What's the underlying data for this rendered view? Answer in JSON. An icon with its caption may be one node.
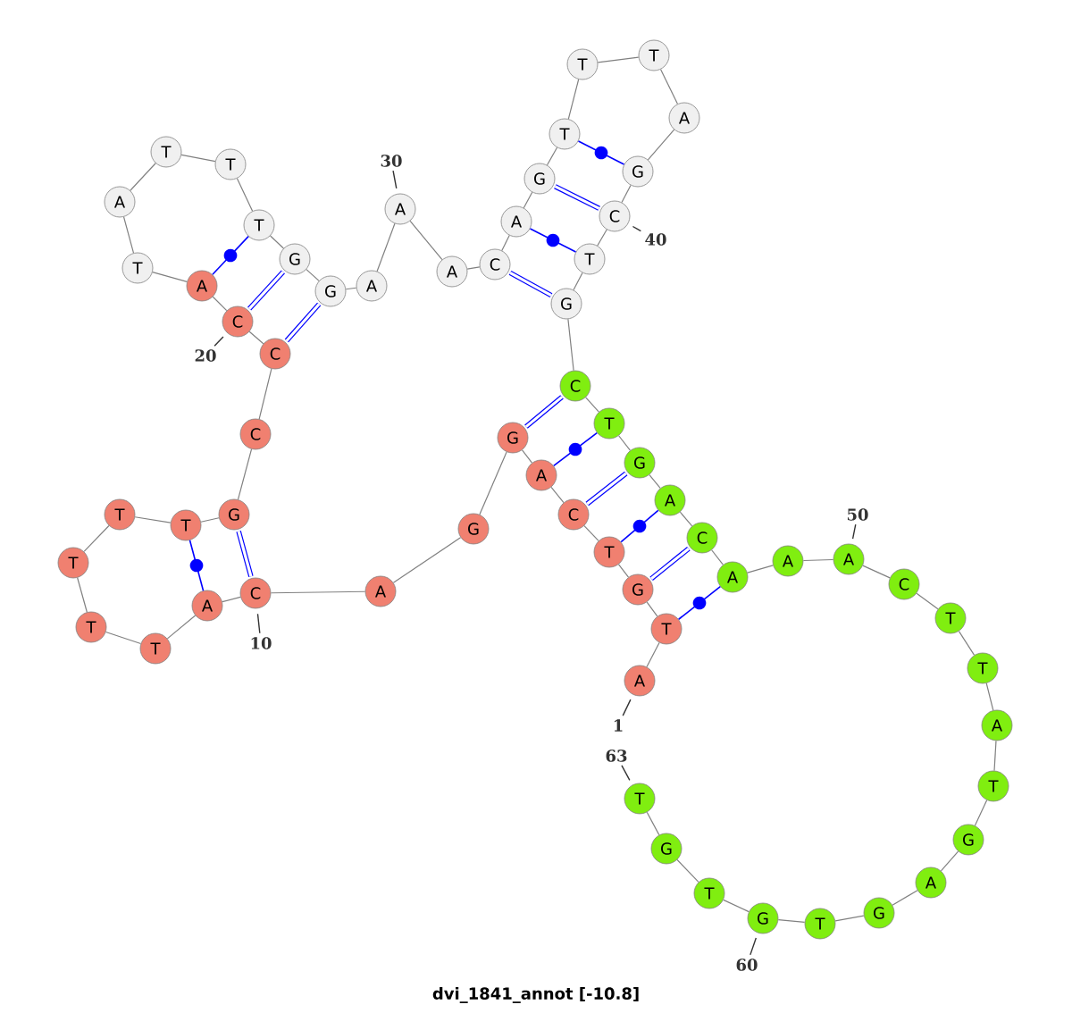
{
  "diagram": {
    "caption": "dvi_1841_annot [-10.8]",
    "nodes": [
      {
        "text": [
          "A"
        ]
      },
      {
        "text": [
          "T"
        ]
      },
      {
        "text": [
          "G"
        ]
      },
      {
        "text": [
          "T"
        ]
      },
      {
        "text": [
          "C"
        ]
      },
      {
        "text": [
          "A"
        ]
      },
      {
        "text": [
          "G"
        ]
      },
      {
        "text": [
          "G"
        ]
      },
      {
        "text": [
          "A"
        ]
      },
      {
        "text": [
          "C"
        ]
      },
      {
        "text": [
          "A"
        ]
      },
      {
        "text": [
          "T"
        ]
      },
      {
        "text": [
          "T"
        ]
      },
      {
        "text": [
          "T"
        ]
      },
      {
        "text": [
          "T"
        ]
      },
      {
        "text": [
          "T"
        ]
      },
      {
        "text": [
          "G"
        ]
      },
      {
        "text": [
          "C"
        ]
      },
      {
        "text": [
          "C"
        ]
      },
      {
        "text": [
          "C"
        ]
      },
      {
        "text": [
          "A"
        ]
      },
      {
        "text": [
          "T"
        ]
      },
      {
        "text": [
          "A"
        ]
      },
      {
        "text": [
          "T"
        ]
      },
      {
        "text": [
          "T"
        ]
      },
      {
        "text": [
          "T"
        ]
      },
      {
        "text": [
          "G"
        ]
      },
      {
        "text": [
          "G"
        ]
      },
      {
        "text": [
          "A"
        ]
      },
      {
        "text": [
          "A"
        ]
      },
      {
        "text": [
          "A"
        ]
      },
      {
        "text": [
          "C"
        ]
      },
      {
        "text": [
          "A"
        ]
      },
      {
        "text": [
          "G"
        ]
      },
      {
        "text": [
          "T"
        ]
      },
      {
        "text": [
          "T"
        ]
      },
      {
        "text": [
          "T"
        ]
      },
      {
        "text": [
          "A"
        ]
      },
      {
        "text": [
          "G"
        ]
      },
      {
        "text": [
          "C"
        ]
      },
      {
        "text": [
          "T"
        ]
      },
      {
        "text": [
          "G"
        ]
      },
      {
        "text": [
          "C"
        ]
      },
      {
        "text": [
          "T"
        ]
      },
      {
        "text": [
          "G"
        ]
      },
      {
        "text": [
          "A"
        ]
      },
      {
        "text": [
          "C"
        ]
      },
      {
        "text": [
          "A"
        ]
      },
      {
        "text": [
          "A"
        ]
      },
      {
        "text": [
          "A"
        ]
      },
      {
        "text": [
          "C"
        ]
      },
      {
        "text": [
          "T"
        ]
      },
      {
        "text": [
          "T"
        ]
      },
      {
        "text": [
          "A"
        ]
      },
      {
        "text": [
          "T"
        ]
      },
      {
        "text": [
          "G"
        ]
      },
      {
        "text": [
          "A"
        ]
      },
      {
        "text": [
          "G"
        ]
      },
      {
        "text": [
          "T"
        ]
      },
      {
        "text": [
          "G"
        ]
      },
      {
        "text": [
          "T"
        ]
      },
      {
        "text": [
          "G"
        ]
      },
      {
        "text": [
          "T"
        ]
      },
      {
        "text": [
          "1"
        ]
      },
      {
        "text": [
          "10"
        ]
      },
      {
        "text": [
          "20"
        ]
      },
      {
        "text": [
          "30"
        ]
      },
      {
        "text": [
          "40"
        ]
      },
      {
        "text": [
          "50"
        ]
      },
      {
        "text": [
          "60"
        ]
      },
      {
        "text": [
          "63"
        ]
      }
    ],
    "edges": [
      {
        "from": 0,
        "to": 1,
        "arrow": "none"
      },
      {
        "from": 1,
        "to": 2,
        "arrow": "none"
      },
      {
        "from": 2,
        "to": 3,
        "arrow": "none"
      },
      {
        "from": 3,
        "to": 4,
        "arrow": "none"
      },
      {
        "from": 4,
        "to": 5,
        "arrow": "none"
      },
      {
        "from": 5,
        "to": 6,
        "arrow": "none"
      },
      {
        "from": 6,
        "to": 7,
        "arrow": "none"
      },
      {
        "from": 7,
        "to": 8,
        "arrow": "none"
      },
      {
        "from": 8,
        "to": 9,
        "arrow": "none"
      },
      {
        "from": 9,
        "to": 10,
        "arrow": "none"
      },
      {
        "from": 10,
        "to": 11,
        "arrow": "none"
      },
      {
        "from": 11,
        "to": 12,
        "arrow": "none"
      },
      {
        "from": 12,
        "to": 13,
        "arrow": "none"
      },
      {
        "from": 13,
        "to": 14,
        "arrow": "none"
      },
      {
        "from": 14,
        "to": 15,
        "arrow": "none"
      },
      {
        "from": 15,
        "to": 16,
        "arrow": "none"
      },
      {
        "from": 16,
        "to": 17,
        "arrow": "none"
      },
      {
        "from": 17,
        "to": 18,
        "arrow": "none"
      },
      {
        "from": 18,
        "to": 19,
        "arrow": "none"
      },
      {
        "from": 19,
        "to": 20,
        "arrow": "none"
      },
      {
        "from": 20,
        "to": 21,
        "arrow": "none"
      },
      {
        "from": 21,
        "to": 22,
        "arrow": "none"
      },
      {
        "from": 22,
        "to": 23,
        "arrow": "none"
      },
      {
        "from": 23,
        "to": 24,
        "arrow": "none"
      },
      {
        "from": 24,
        "to": 25,
        "arrow": "none"
      },
      {
        "from": 25,
        "to": 26,
        "arrow": "none"
      },
      {
        "from": 26,
        "to": 27,
        "arrow": "none"
      },
      {
        "from": 27,
        "to": 28,
        "arrow": "none"
      },
      {
        "from": 28,
        "to": 29,
        "arrow": "none"
      },
      {
        "from": 29,
        "to": 30,
        "arrow": "none"
      },
      {
        "from": 30,
        "to": 31,
        "arrow": "none"
      },
      {
        "from": 31,
        "to": 32,
        "arrow": "none"
      },
      {
        "from": 32,
        "to": 33,
        "arrow": "none"
      },
      {
        "from": 33,
        "to": 34,
        "arrow": "none"
      },
      {
        "from": 34,
        "to": 35,
        "arrow": "none"
      },
      {
        "from": 35,
        "to": 36,
        "arrow": "none"
      },
      {
        "from": 36,
        "to": 37,
        "arrow": "none"
      },
      {
        "from": 37,
        "to": 38,
        "arrow": "none"
      },
      {
        "from": 38,
        "to": 39,
        "arrow": "none"
      },
      {
        "from": 39,
        "to": 40,
        "arrow": "none"
      },
      {
        "from": 40,
        "to": 41,
        "arrow": "none"
      },
      {
        "from": 41,
        "to": 42,
        "arrow": "none"
      },
      {
        "from": 42,
        "to": 43,
        "arrow": "none"
      },
      {
        "from": 43,
        "to": 44,
        "arrow": "none"
      },
      {
        "from": 44,
        "to": 45,
        "arrow": "none"
      },
      {
        "from": 45,
        "to": 46,
        "arrow": "none"
      },
      {
        "from": 46,
        "to": 47,
        "arrow": "none"
      },
      {
        "from": 47,
        "to": 48,
        "arrow": "none"
      },
      {
        "from": 48,
        "to": 49,
        "arrow": "none"
      },
      {
        "from": 49,
        "to": 50,
        "arrow": "none"
      },
      {
        "from": 50,
        "to": 51,
        "arrow": "none"
      },
      {
        "from": 51,
        "to": 52,
        "arrow": "none"
      },
      {
        "from": 52,
        "to": 53,
        "arrow": "none"
      },
      {
        "from": 53,
        "to": 54,
        "arrow": "none"
      },
      {
        "from": 54,
        "to": 55,
        "arrow": "none"
      },
      {
        "from": 55,
        "to": 56,
        "arrow": "none"
      },
      {
        "from": 56,
        "to": 57,
        "arrow": "none"
      },
      {
        "from": 57,
        "to": 58,
        "arrow": "none"
      },
      {
        "from": 58,
        "to": 59,
        "arrow": "none"
      },
      {
        "from": 59,
        "to": 60,
        "arrow": "none"
      },
      {
        "from": 60,
        "to": 61,
        "arrow": "none"
      },
      {
        "from": 61,
        "to": 62,
        "arrow": "none"
      },
      {
        "from": 1,
        "to": 47,
        "arrow": "none",
        "color": "#0000ff"
      },
      {
        "from": 2,
        "to": 46,
        "arrow": "none",
        "color": "#0000ff",
        "style": "thick"
      },
      {
        "from": 3,
        "to": 45,
        "arrow": "none",
        "color": "#0000ff"
      },
      {
        "from": 4,
        "to": 44,
        "arrow": "none",
        "color": "#0000ff",
        "style": "thick"
      },
      {
        "from": 5,
        "to": 43,
        "arrow": "none",
        "color": "#0000ff"
      },
      {
        "from": 6,
        "to": 42,
        "arrow": "none",
        "color": "#0000ff",
        "style": "thick"
      },
      {
        "from": 9,
        "to": 16,
        "arrow": "none",
        "color": "#0000ff",
        "style": "thick"
      },
      {
        "from": 10,
        "to": 15,
        "arrow": "none",
        "color": "#0000ff"
      },
      {
        "from": 18,
        "to": 27,
        "arrow": "none",
        "color": "#0000ff",
        "style": "thick"
      },
      {
        "from": 19,
        "to": 26,
        "arrow": "none",
        "color": "#0000ff",
        "style": "thick"
      },
      {
        "from": 20,
        "to": 25,
        "arrow": "none",
        "color": "#0000ff"
      },
      {
        "from": 31,
        "to": 41,
        "arrow": "none",
        "color": "#0000ff",
        "style": "thick"
      },
      {
        "from": 32,
        "to": 40,
        "arrow": "none",
        "color": "#0000ff"
      },
      {
        "from": 33,
        "to": 39,
        "arrow": "none",
        "color": "#0000ff",
        "style": "thick"
      },
      {
        "from": 34,
        "to": 38,
        "arrow": "none",
        "color": "#0000ff"
      },
      {
        "from": 63,
        "to": 0,
        "arrow": "none",
        "color": "#333333"
      },
      {
        "from": 64,
        "to": 9,
        "arrow": "none",
        "color": "#333333"
      },
      {
        "from": 65,
        "to": 19,
        "arrow": "none",
        "color": "#333333"
      },
      {
        "from": 66,
        "to": 29,
        "arrow": "none",
        "color": "#333333"
      },
      {
        "from": 67,
        "to": 39,
        "arrow": "none",
        "color": "#333333"
      },
      {
        "from": 68,
        "to": 49,
        "arrow": "none",
        "color": "#333333"
      },
      {
        "from": 69,
        "to": 59,
        "arrow": "none",
        "color": "#333333"
      },
      {
        "from": 70,
        "to": 62,
        "arrow": "none",
        "color": "#333333"
      }
    ]
  }
}
